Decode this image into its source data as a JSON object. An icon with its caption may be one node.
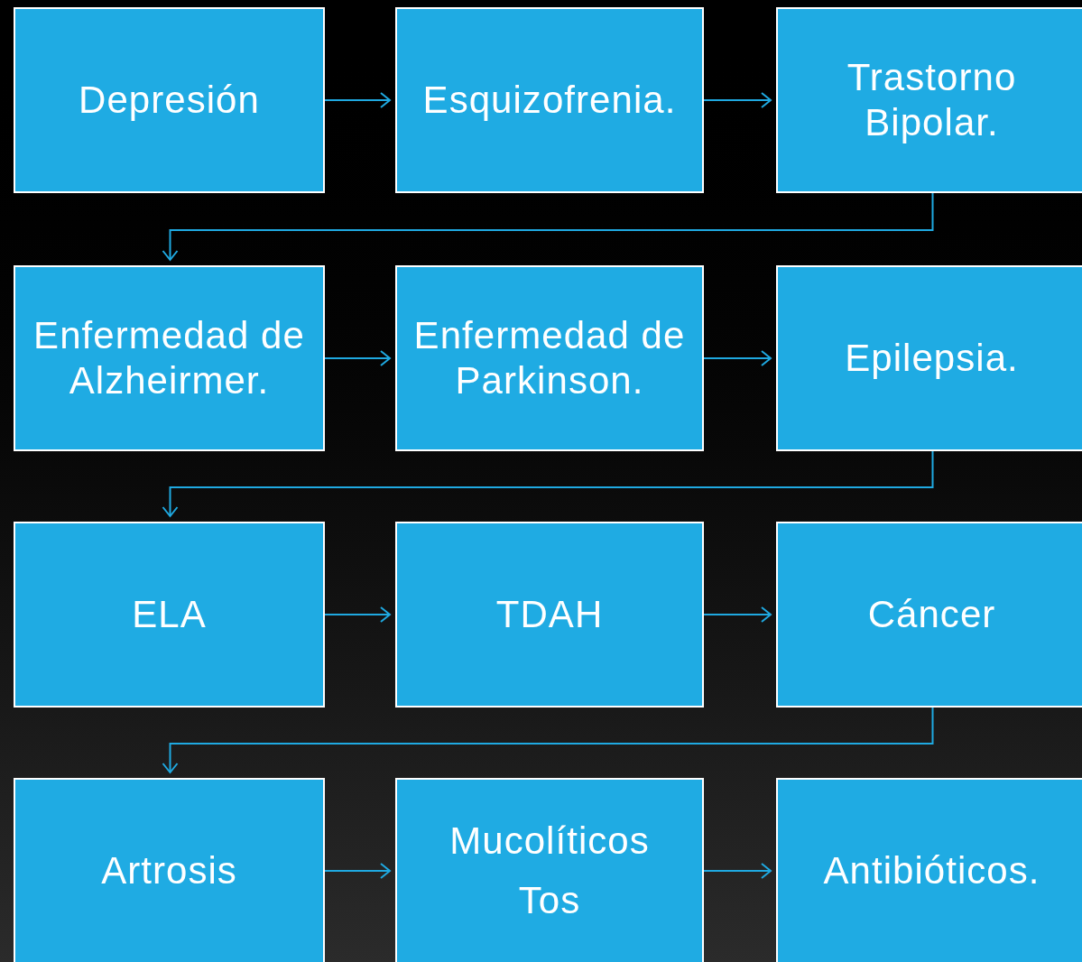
{
  "diagram": {
    "nodes": [
      {
        "text": [
          "Depresión"
        ]
      },
      {
        "text": [
          "Esquizofrenia."
        ]
      },
      {
        "text": [
          "Trastorno Bipolar."
        ]
      },
      {
        "text": [
          "Enfermedad de Alzheirmer."
        ]
      },
      {
        "text": [
          "Enfermedad de Parkinson."
        ]
      },
      {
        "text": [
          "Epilepsia."
        ]
      },
      {
        "text": [
          "ELA"
        ]
      },
      {
        "text": [
          "TDAH"
        ]
      },
      {
        "text": [
          "Cáncer"
        ]
      },
      {
        "text": [
          "Artrosis"
        ]
      },
      {
        "text": [
          "Mucolíticos",
          "Tos"
        ]
      },
      {
        "text": [
          "Antibióticos."
        ]
      }
    ],
    "edges": [
      {
        "from": 0,
        "to": 1,
        "arrow": "to"
      },
      {
        "from": 1,
        "to": 2,
        "arrow": "to"
      },
      {
        "from": 2,
        "to": 3,
        "arrow": "to"
      },
      {
        "from": 3,
        "to": 4,
        "arrow": "to"
      },
      {
        "from": 4,
        "to": 5,
        "arrow": "to"
      },
      {
        "from": 5,
        "to": 6,
        "arrow": "to"
      },
      {
        "from": 6,
        "to": 7,
        "arrow": "to"
      },
      {
        "from": 7,
        "to": 8,
        "arrow": "to"
      },
      {
        "from": 8,
        "to": 9,
        "arrow": "to"
      },
      {
        "from": 9,
        "to": 10,
        "arrow": "to"
      },
      {
        "from": 10,
        "to": 11,
        "arrow": "to"
      }
    ]
  }
}
